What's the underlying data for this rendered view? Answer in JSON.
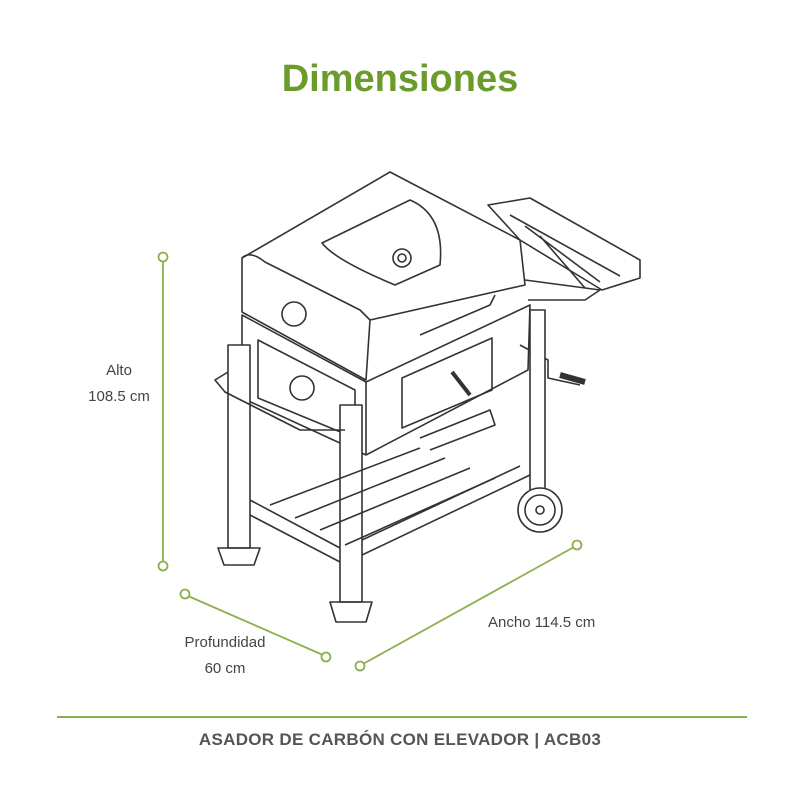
{
  "title": "Dimensiones",
  "dimensions": {
    "height": {
      "label": "Alto",
      "value": "108.5 cm"
    },
    "width": {
      "label": "Ancho 114.5 cm"
    },
    "depth": {
      "label": "Profundidad",
      "value": "60 cm"
    }
  },
  "footer": "ASADOR DE CARBÓN CON ELEVADOR | ACB03",
  "colors": {
    "accent": "#6b9b2b",
    "dimension_line": "#8db04f",
    "text": "#444444"
  }
}
